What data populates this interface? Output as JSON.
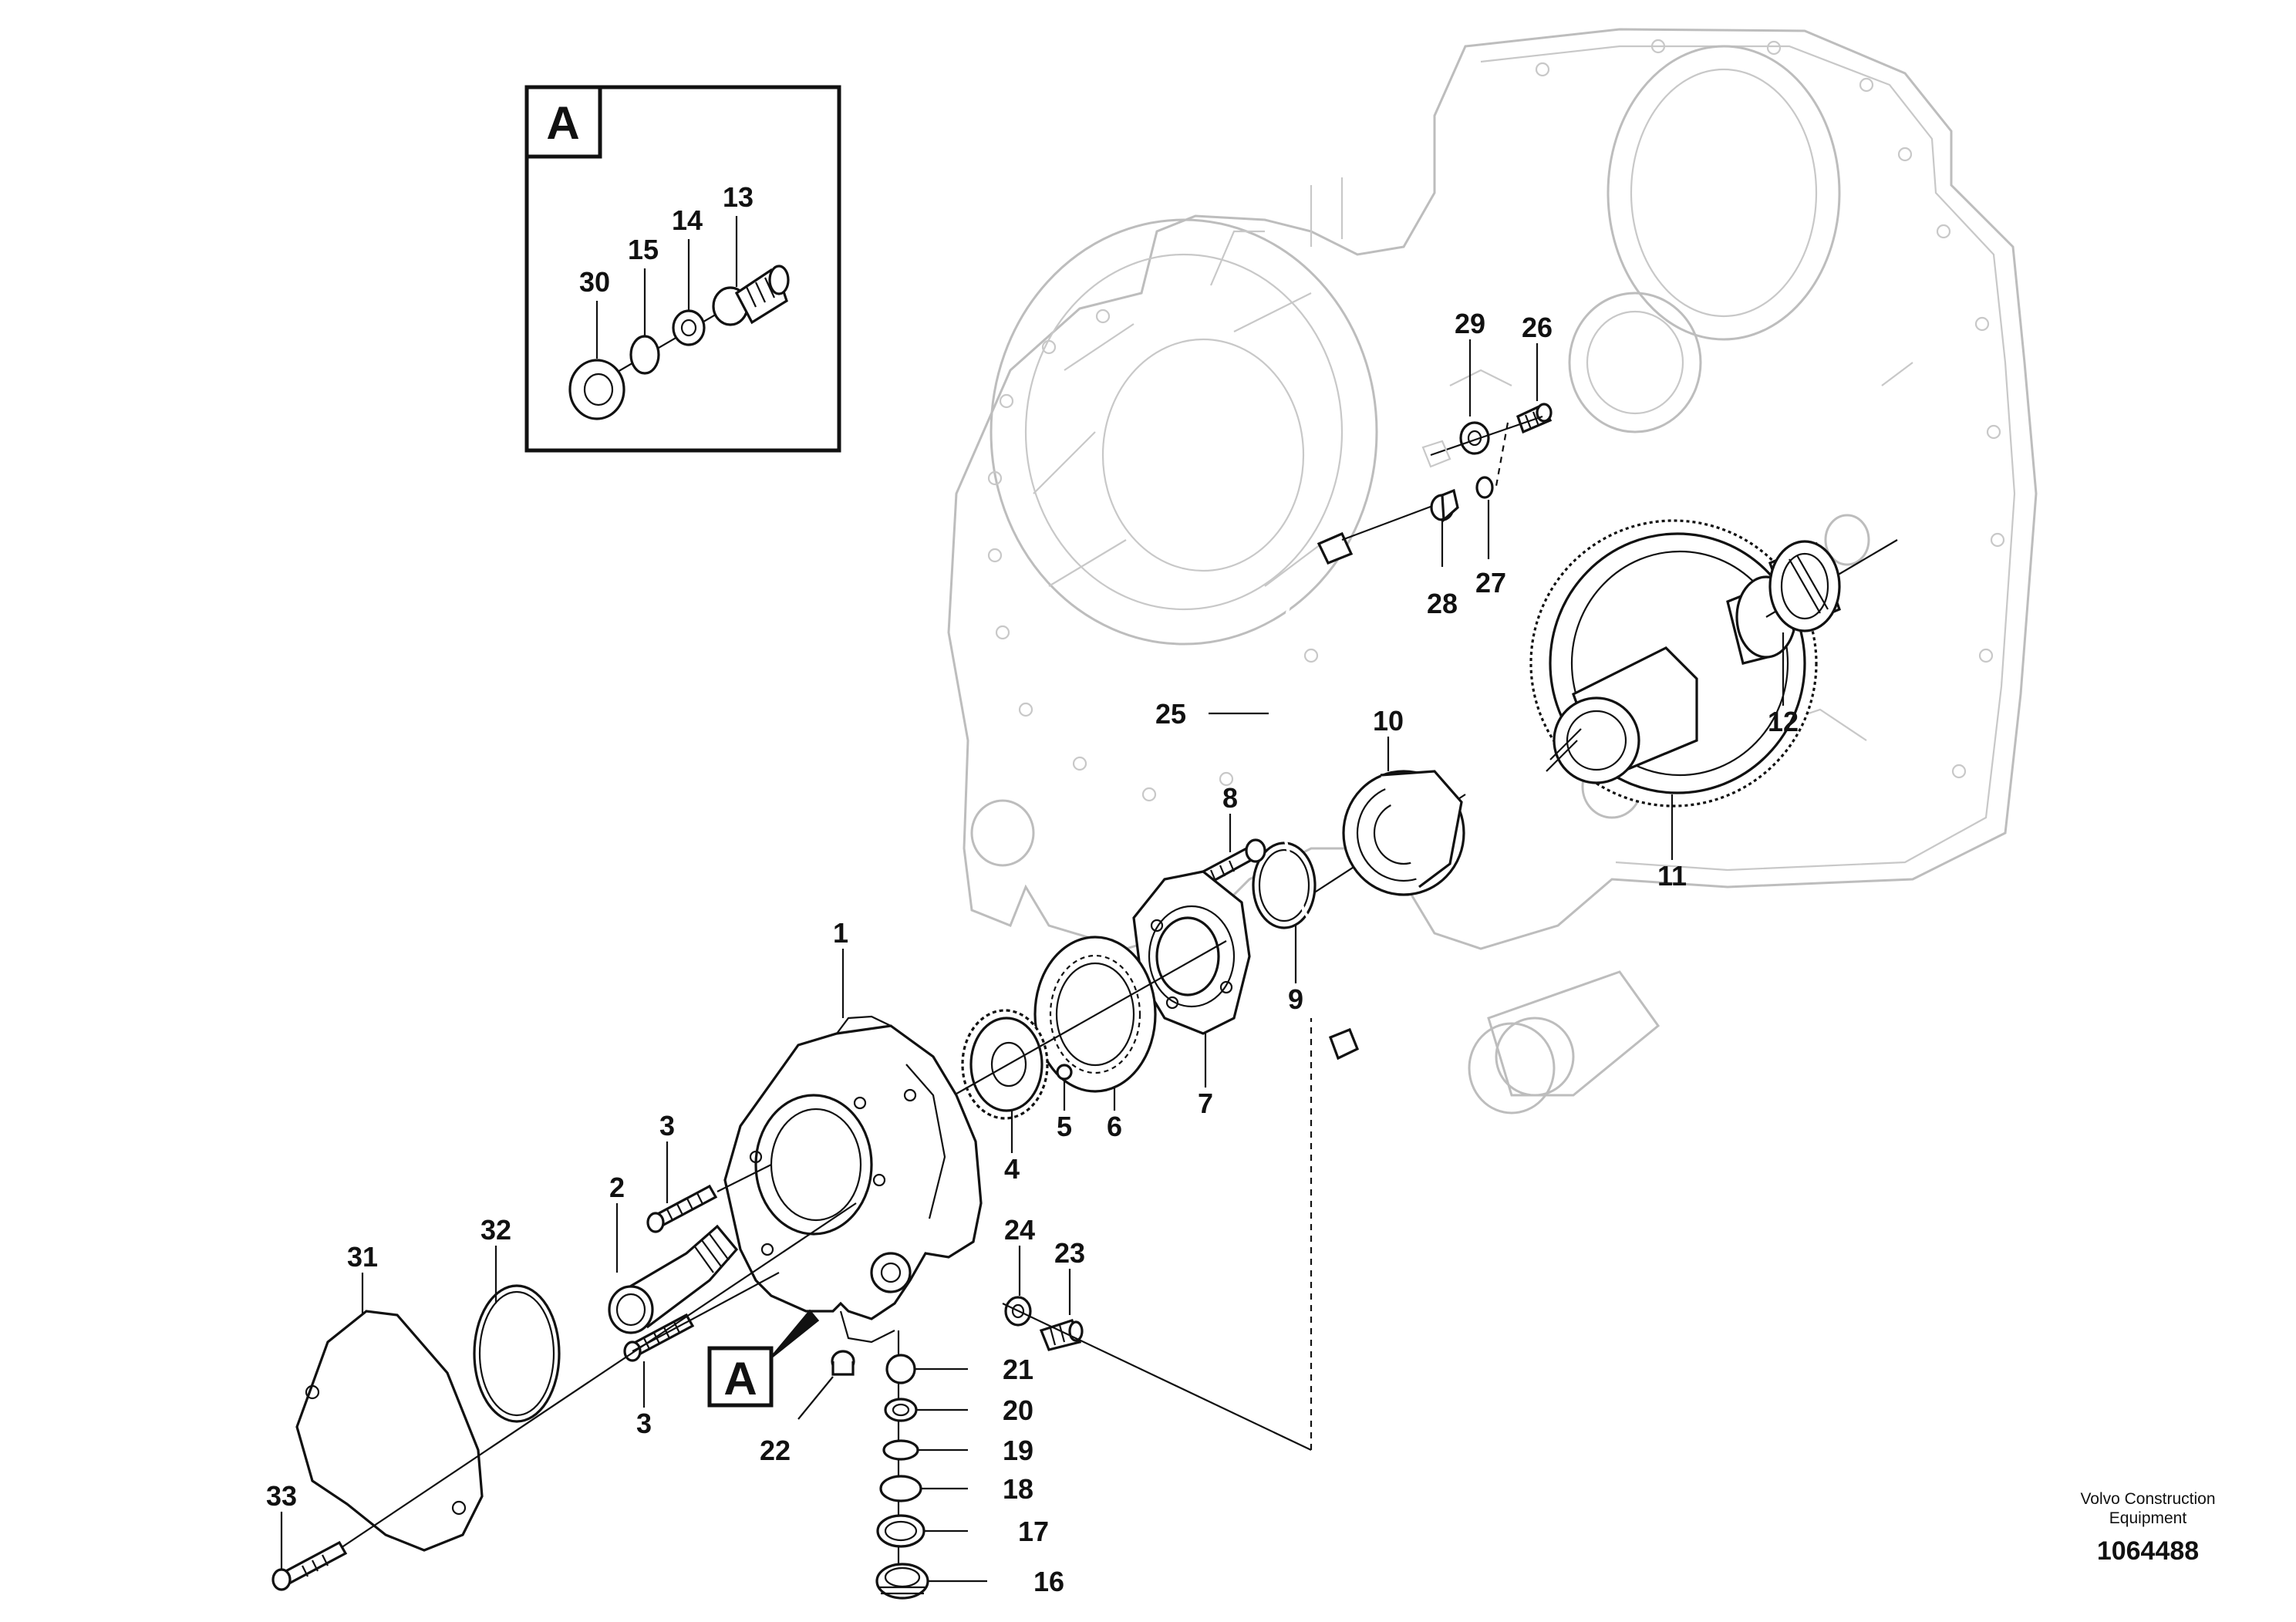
{
  "detail_label": "A",
  "callouts": {
    "c1": "1",
    "c2": "2",
    "c3a": "3",
    "c3b": "3",
    "c4": "4",
    "c5": "5",
    "c6": "6",
    "c7": "7",
    "c8": "8",
    "c9": "9",
    "c10": "10",
    "c11": "11",
    "c12": "12",
    "c13": "13",
    "c14": "14",
    "c15": "15",
    "c16": "16",
    "c17": "17",
    "c18": "18",
    "c19": "19",
    "c20": "20",
    "c21": "21",
    "c22": "22",
    "c23": "23",
    "c24": "24",
    "c25": "25",
    "c26": "26",
    "c27": "27",
    "c28": "28",
    "c29": "29",
    "c30": "30",
    "c31": "31",
    "c32": "32",
    "c33": "33"
  },
  "credit": {
    "line1": "Volvo Construction",
    "line2": "Equipment"
  },
  "document_number": "1064488"
}
